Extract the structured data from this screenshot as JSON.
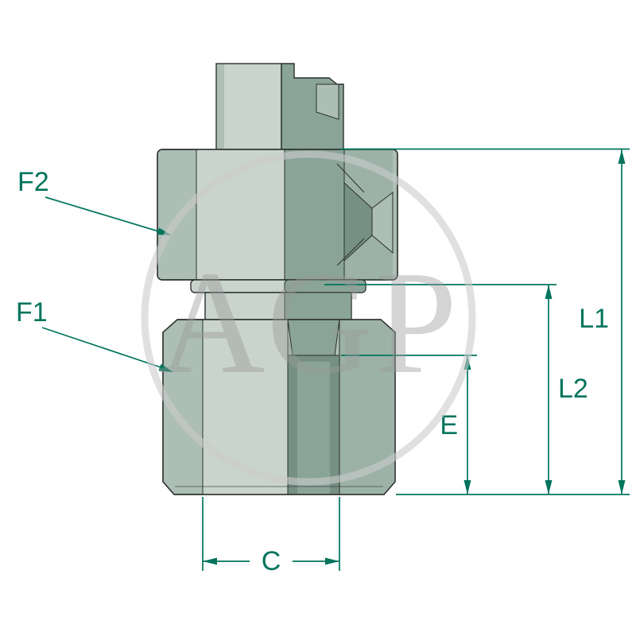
{
  "diagram": {
    "watermark_text": "AGP",
    "labels": {
      "f2": "F2",
      "f1": "F1",
      "l1": "L1",
      "l2": "L2",
      "e": "E",
      "c": "C"
    },
    "colors": {
      "dimension": "#00745c",
      "outline": "#2b302d",
      "body_light": "#c8d4cd",
      "body_medium": "#adbfb5",
      "body_medium_dark": "#9cb2a7",
      "body_dark": "#8aa498",
      "body_darker": "#769084",
      "watermark_gray": "#9a9a9a",
      "watermark_circle": "#cccccc"
    }
  }
}
